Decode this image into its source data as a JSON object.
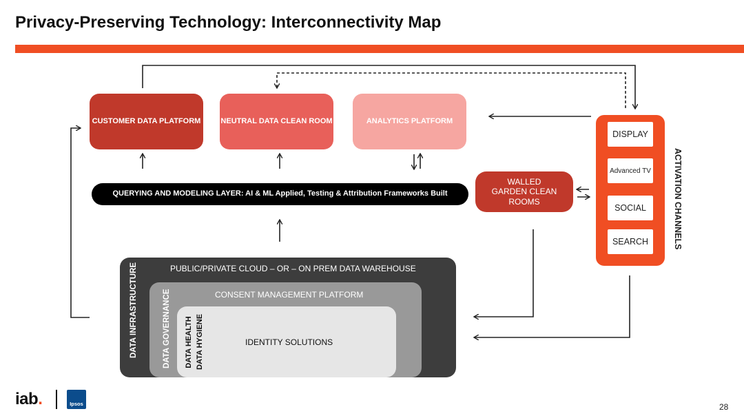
{
  "title": "Privacy-Preserving Technology: Interconnectivity Map",
  "platforms": {
    "cdp": "CUSTOMER DATA PLATFORM",
    "clean_room": "NEUTRAL DATA CLEAN ROOM",
    "analytics": "ANALYTICS PLATFORM"
  },
  "querying_layer": "QUERYING AND MODELING LAYER: AI & ML Applied, Testing & Attribution Frameworks Built",
  "walled_garden": "WALLED GARDEN CLEAN ROOMS",
  "activation": {
    "label": "ACTIVATION CHANNELS",
    "channels": [
      "DISPLAY",
      "Advanced TV",
      "SOCIAL",
      "SEARCH"
    ]
  },
  "infrastructure": {
    "outer_title": "PUBLIC/PRIVATE CLOUD – OR – ON PREM DATA WAREHOUSE",
    "outer_label": "DATA INFRASTRUCTURE",
    "middle_title": "CONSENT MANAGEMENT PLATFORM",
    "middle_label": "DATA GOVERNANCE",
    "inner_label_1": "DATA HEALTH",
    "inner_label_2": "DATA HYGIENE",
    "inner_title": "IDENTITY SOLUTIONS"
  },
  "logos": {
    "iab": "iab",
    "ipsos": "Ipsos"
  },
  "page_number": "28",
  "colors": {
    "accent": "#f04e23",
    "cdp": "#c0392b",
    "clean_room": "#e8605a",
    "analytics": "#f6a6a1",
    "walled_garden": "#c0392b",
    "activation": "#f04e23",
    "infra_outer": "#3d3d3d",
    "infra_middle": "#999999",
    "infra_inner": "#e6e6e6"
  }
}
